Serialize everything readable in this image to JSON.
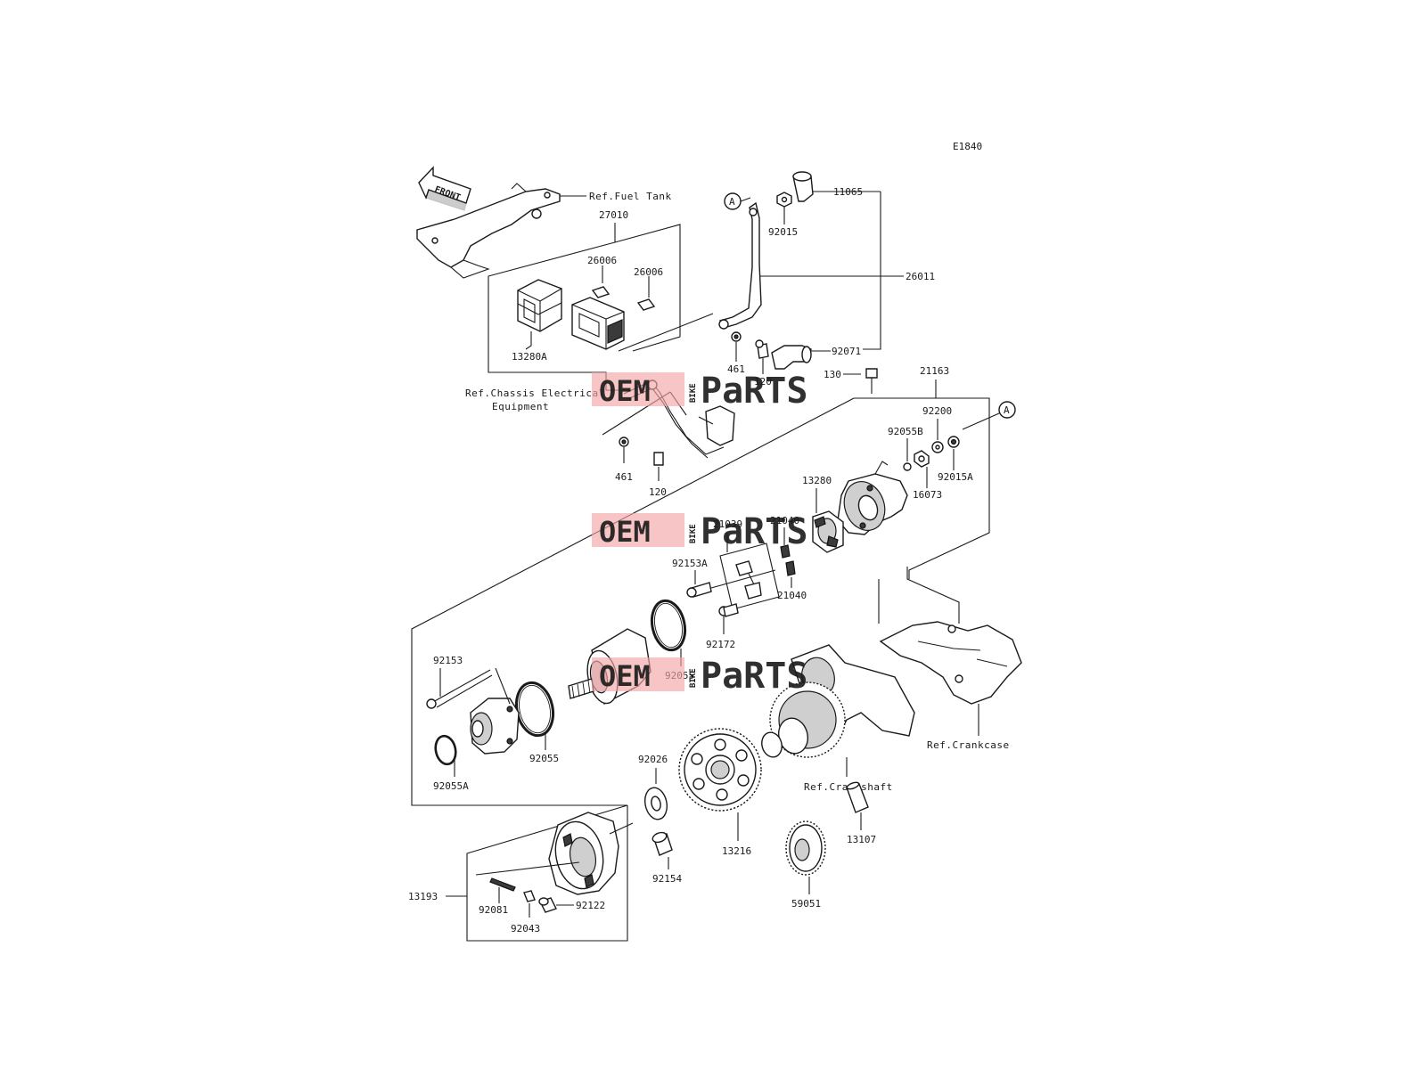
{
  "diagram_code": "E1840",
  "front_arrow_label": "FRONT",
  "callout_circle_letter": "A",
  "references": {
    "fuel_tank": "Ref.Fuel Tank",
    "chassis_line1": "Ref.Chassis Electrical",
    "chassis_line2": "Equipment",
    "crankcase": "Ref.Crankcase",
    "crankshaft": "Ref.Crankshaft"
  },
  "part_numbers": {
    "p27010": "27010",
    "p26006a": "26006",
    "p26006b": "26006",
    "p13280A": "13280A",
    "p11065": "11065",
    "p92015": "92015",
    "p26011": "26011",
    "p92071": "92071",
    "p461a": "461",
    "p120a": "120",
    "p461b": "461",
    "p120b": "120",
    "p130": "130",
    "p21163": "21163",
    "p92200": "92200",
    "p92055B": "92055B",
    "p92015A": "92015A",
    "p16073": "16073",
    "p13280": "13280",
    "p21039": "21039",
    "p21040a": "21040",
    "p21040b": "21040",
    "p92153A": "92153A",
    "p92172": "92172",
    "p92055a": "92055",
    "p92153": "92153",
    "p92055b": "92055",
    "p92055A": "92055A",
    "p92026": "92026",
    "p13216": "13216",
    "p59051": "59051",
    "p13107": "13107",
    "p92154": "92154",
    "p13193": "13193",
    "p92081": "92081",
    "p92122": "92122",
    "p92043": "92043"
  },
  "watermark": {
    "oem": "OEM",
    "bike": "BIKE",
    "parts": "PaRTS"
  }
}
